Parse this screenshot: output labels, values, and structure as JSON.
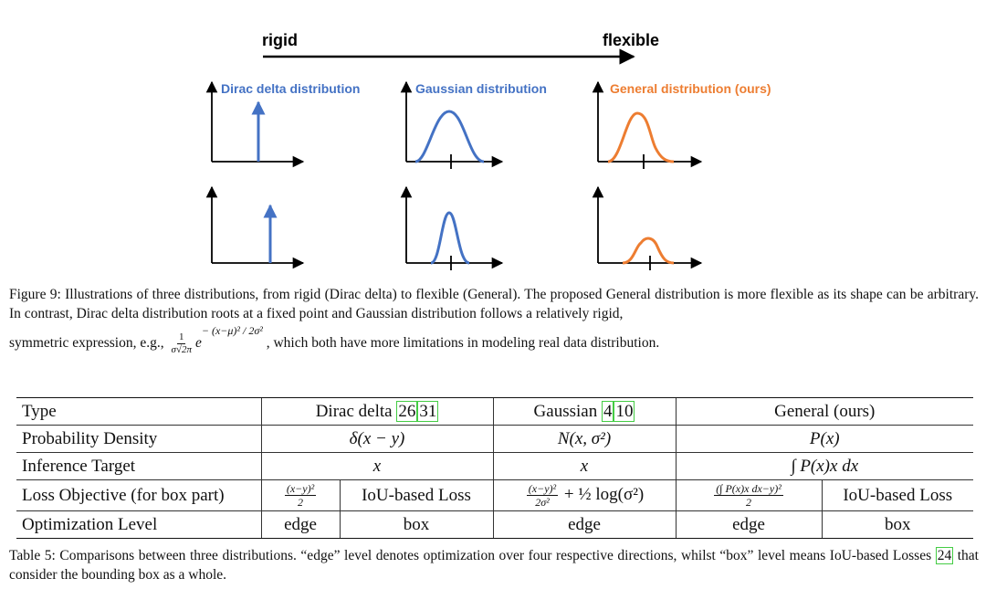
{
  "figure": {
    "arrow_left_label": "rigid",
    "arrow_right_label": "flexible",
    "panels": [
      {
        "title": "Dirac delta distribution",
        "color": "#4472c4"
      },
      {
        "title": "Gaussian distribution",
        "color": "#4472c4"
      },
      {
        "title": "General distribution (ours)",
        "color": "#ed7d31"
      }
    ],
    "caption": {
      "line1": "Figure 9: Illustrations of three distributions, from rigid (Dirac delta) to flexible (General). The proposed General distribution is more flexible as its shape can be arbitrary. In contrast, Dirac delta distribution roots at a fixed point and Gaussian distribution follows a relatively rigid,",
      "line2_prefix": "symmetric expression, e.g.,",
      "formula_num": "1",
      "formula_den": "σ√2π",
      "formula_base": "e",
      "formula_exp": "− (x−μ)² / 2σ²",
      "line2_suffix": ", which both have more limitations in modeling real data distribution."
    }
  },
  "table": {
    "rows": {
      "type": {
        "label": "Type",
        "dirac": "Dirac delta",
        "dirac_cites": [
          "26",
          "31"
        ],
        "gaussian": "Gaussian",
        "gaussian_cites": [
          "4",
          "10"
        ],
        "general": "General (ours)"
      },
      "density": {
        "label": "Probability Density",
        "dirac": "δ(x − y)",
        "gaussian": "N(x, σ²)",
        "general": "P(x)"
      },
      "inference": {
        "label": "Inference Target",
        "dirac": "x",
        "gaussian": "x",
        "general": "∫ P(x)x dx"
      },
      "loss": {
        "label": "Loss Objective (for box part)",
        "dirac_edge_num": "(x−y)²",
        "dirac_edge_den": "2",
        "dirac_box": "IoU-based Loss",
        "gaussian_num": "(x−y)²",
        "gaussian_den": "2σ²",
        "gaussian_rest": "+ ½ log(σ²)",
        "general_edge_num": "(∫ P(x)x dx−y)²",
        "general_edge_den": "2",
        "general_box": "IoU-based Loss"
      },
      "level": {
        "label": "Optimization Level",
        "dirac_edge": "edge",
        "dirac_box": "box",
        "gaussian": "edge",
        "general_edge": "edge",
        "general_box": "box"
      }
    },
    "caption_text": "Table 5: Comparisons between three distributions. “edge” level denotes optimization over four respective directions, whilst “box” level means IoU-based Losses",
    "caption_cite": "24",
    "caption_end": "that consider the bounding box as a whole."
  }
}
